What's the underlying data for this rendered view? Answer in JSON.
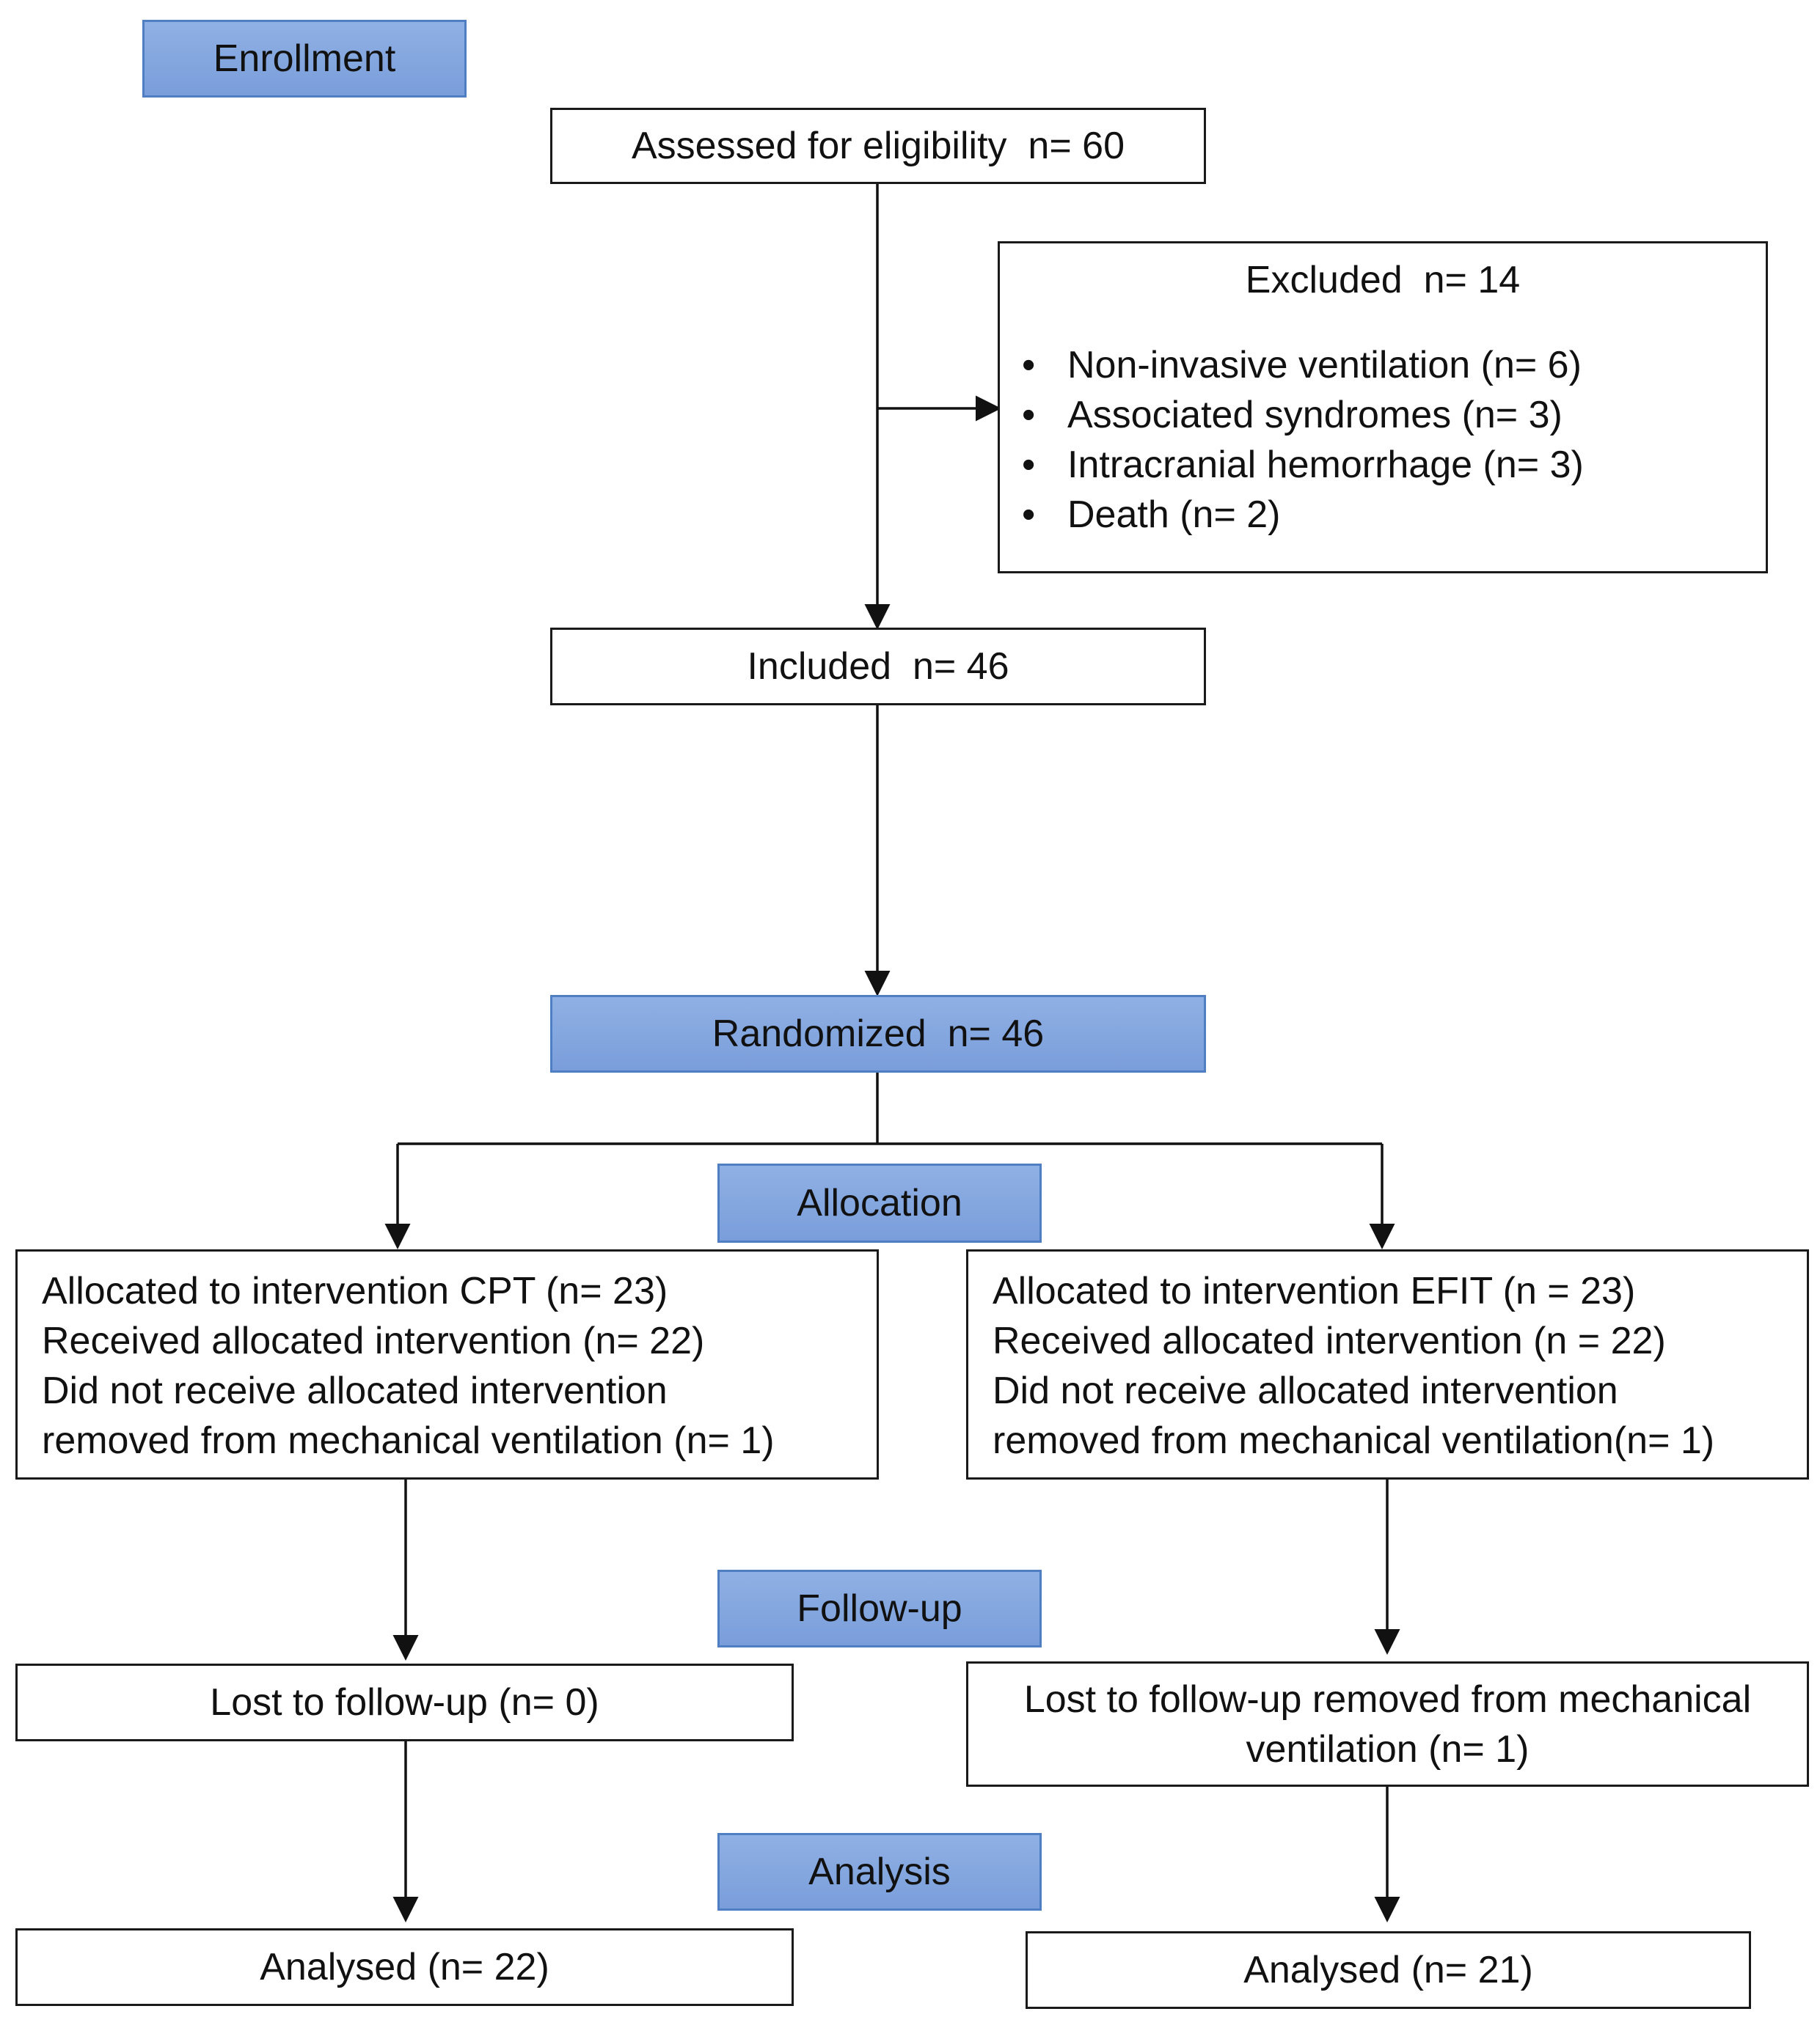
{
  "stages": {
    "enrollment": "Enrollment",
    "randomized": "Randomized  n= 46",
    "allocation": "Allocation",
    "followup": "Follow-up",
    "analysis": "Analysis"
  },
  "boxes": {
    "assessed": "Assessed for eligibility  n= 60",
    "excluded": {
      "title": "Excluded  n= 14",
      "bullet": "•",
      "items": [
        "Non-invasive ventilation (n= 6)",
        "Associated syndromes (n= 3)",
        "Intracranial hemorrhage (n= 3)",
        "Death (n= 2)"
      ]
    },
    "included": "Included  n= 46",
    "cpt": {
      "lines": [
        "Allocated to intervention CPT (n= 23)",
        "Received allocated intervention (n= 22)",
        "Did not receive allocated intervention",
        "removed from mechanical ventilation (n= 1)"
      ]
    },
    "efit": {
      "lines": [
        "Allocated to intervention EFIT (n = 23)",
        "Received allocated intervention (n = 22)",
        "Did not receive allocated intervention",
        "removed from mechanical ventilation(n= 1)"
      ]
    },
    "lost_left": "Lost to follow-up (n= 0)",
    "lost_right": {
      "line1": "Lost to follow-up removed from mechanical",
      "line2": "ventilation (n= 1)"
    },
    "analysed_left": "Analysed (n= 22)",
    "analysed_right": "Analysed (n= 21)"
  }
}
